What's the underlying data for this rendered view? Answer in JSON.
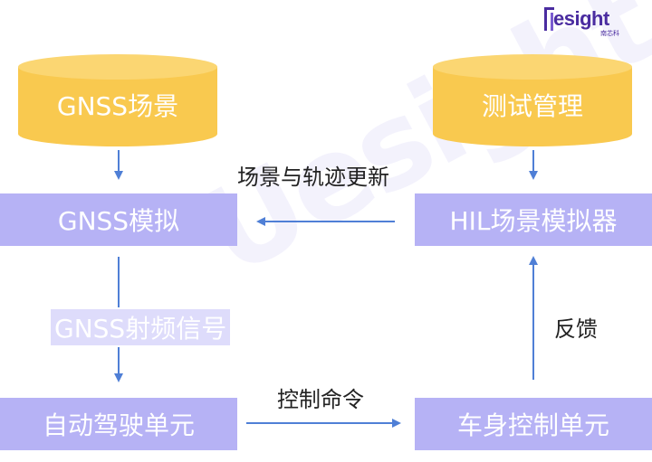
{
  "logo": {
    "text": "esight",
    "subtext": "南芯科"
  },
  "watermark": "Uesight",
  "nodes": {
    "gnss_scene": "GNSS场景",
    "test_management": "测试管理",
    "gnss_sim": "GNSS模拟",
    "hil_sim": "HIL场景模拟器",
    "autopilot": "自动驾驶单元",
    "body_control": "车身控制单元"
  },
  "edges": {
    "scene_update": "场景与轨迹更新",
    "gnss_rf": "GNSS射频信号",
    "feedback": "反馈",
    "control_cmd": "控制命令"
  },
  "colors": {
    "cylinder": "#f9c94f",
    "box": "#b6b2f5",
    "arrow": "#4f7fd6",
    "brand": "#4a2ca0"
  }
}
